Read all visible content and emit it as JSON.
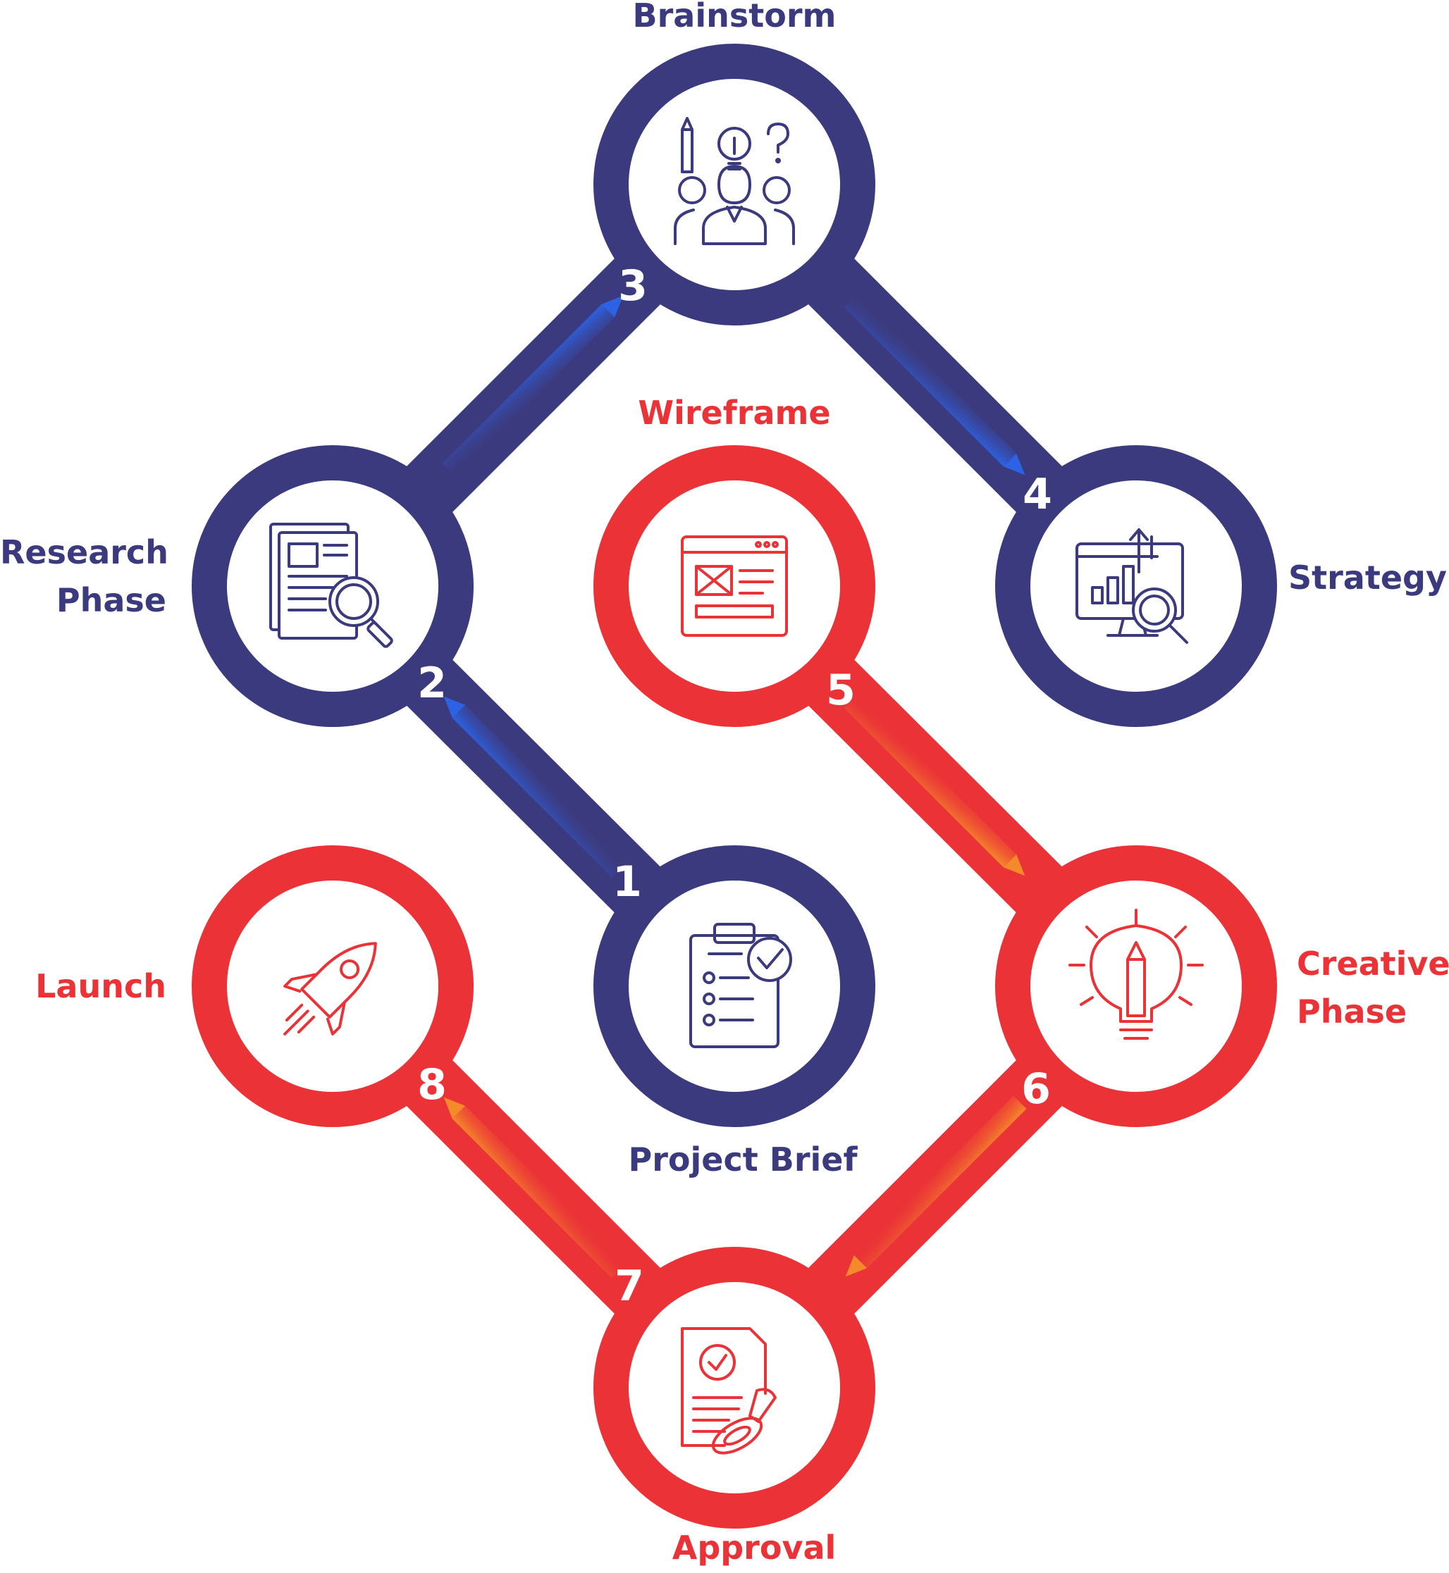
{
  "colors": {
    "blue": "#3c3a7e",
    "red": "#ea3237",
    "blue_accent": "#2c63e4",
    "orange_accent": "#f58a2a"
  },
  "steps": [
    {
      "number": "1",
      "label_lines": [
        "Project Brief"
      ],
      "icon": "clipboard-checklist-icon",
      "color": "blue"
    },
    {
      "number": "2",
      "label_lines": [
        "Research",
        "Phase"
      ],
      "icon": "document-search-icon",
      "color": "blue"
    },
    {
      "number": "3",
      "label_lines": [
        "Brainstorm"
      ],
      "icon": "team-idea-icon",
      "color": "blue"
    },
    {
      "number": "4",
      "label_lines": [
        "Strategy"
      ],
      "icon": "monitor-analytics-icon",
      "color": "blue"
    },
    {
      "number": "5",
      "label_lines": [
        "Wireframe"
      ],
      "icon": "browser-wireframe-icon",
      "color": "red"
    },
    {
      "number": "6",
      "label_lines": [
        "Creative",
        "Phase"
      ],
      "icon": "lightbulb-pencil-icon",
      "color": "red"
    },
    {
      "number": "7",
      "label_lines": [
        "Approval"
      ],
      "icon": "approval-stamp-icon",
      "color": "red"
    },
    {
      "number": "8",
      "label_lines": [
        "Launch"
      ],
      "icon": "rocket-icon",
      "color": "red"
    }
  ]
}
